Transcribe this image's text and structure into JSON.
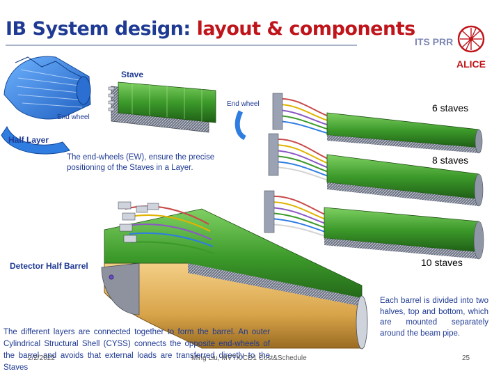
{
  "title": {
    "part1": "IB System design: ",
    "part2": "layout & components"
  },
  "brand": {
    "its_prr": "ITS PRR",
    "alice": "ALICE"
  },
  "labels": {
    "stave": "Stave",
    "end_wheel_top": "End wheel",
    "end_wheel_left": "End wheel",
    "half_layer": "Half Layer",
    "detector_half_barrel": "Detector Half Barrel"
  },
  "text": {
    "ew_description": "The end-wheels (EW), ensure the precise positioning of the Staves in a Layer.",
    "barrel_description": "The different layers are connected together to form the barrel. An outer Cylindrical Structural Shell (CYSS) connects the opposite end-wheels of the barrel and avoids that external loads are transferred directly to the Staves",
    "halves_description": "Each barrel is divided into two halves, top and bottom, which are mounted separately around the beam pipe."
  },
  "staves": {
    "layer1": "6 staves",
    "layer2": "8 staves",
    "layer3": "10 staves"
  },
  "footer": {
    "date": "2/2/2022",
    "author": "Ming Liu, MVTX CD1 Cost&Schedule",
    "page": "25"
  },
  "colors": {
    "title_blue": "#1f3a93",
    "title_red": "#c0141b",
    "stave_green": "#3c9a2a",
    "structure_blue": "#2f7de0",
    "shell_gold": "#d9a44a"
  }
}
